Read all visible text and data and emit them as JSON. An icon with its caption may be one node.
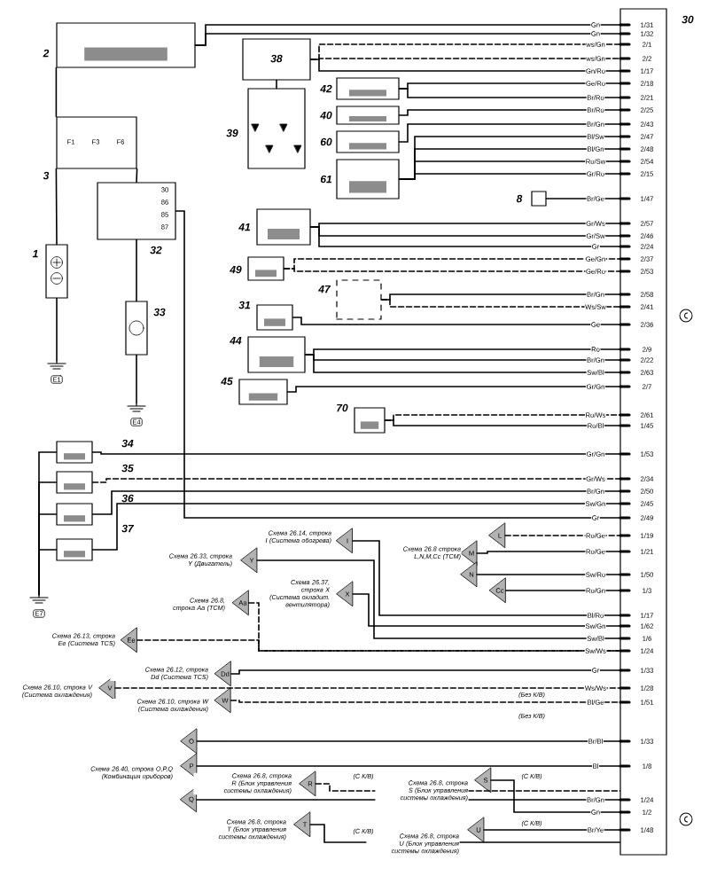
{
  "diagram": {
    "nodes": [
      {
        "text": [
          "30"
        ]
      },
      {
        "text": [
          "2"
        ]
      },
      {
        "text": [
          "3",
          "F1",
          "F3",
          "F6"
        ]
      },
      {
        "text": [
          "32",
          "30",
          "86",
          "85",
          "87"
        ]
      },
      {
        "text": [
          "1"
        ]
      },
      {
        "text": [
          "33"
        ]
      },
      {
        "text": [
          "E1"
        ]
      },
      {
        "text": [
          "E4"
        ]
      },
      {
        "text": [
          "38"
        ]
      },
      {
        "text": [
          "39"
        ]
      },
      {
        "text": [
          "42"
        ]
      },
      {
        "text": [
          "40"
        ]
      },
      {
        "text": [
          "60"
        ]
      },
      {
        "text": [
          "61"
        ]
      },
      {
        "text": [
          "8"
        ]
      },
      {
        "text": [
          "41"
        ]
      },
      {
        "text": [
          "49"
        ]
      },
      {
        "text": [
          "47"
        ]
      },
      {
        "text": [
          "31"
        ]
      },
      {
        "text": [
          "44"
        ]
      },
      {
        "text": [
          "45"
        ]
      },
      {
        "text": [
          "70"
        ]
      },
      {
        "text": [
          "34"
        ]
      },
      {
        "text": [
          "35"
        ]
      },
      {
        "text": [
          "36"
        ]
      },
      {
        "text": [
          "37"
        ]
      },
      {
        "text": [
          "E7"
        ]
      },
      {
        "text": [
          "Y"
        ],
        "beside": [
          "Схема 26.33, строка Y (Двигатель)"
        ]
      },
      {
        "text": [
          "I"
        ],
        "beside": [
          "Схема 26.14, строка I (Система обогрева)"
        ]
      },
      {
        "text": [
          "X"
        ],
        "beside": [
          "Схема 26.37, строка X (Система охладит. вентилятора)"
        ]
      },
      {
        "text": [
          "Aa"
        ],
        "beside": [
          "Схема 26.8, строка Aa (TCM)"
        ]
      },
      {
        "text": [
          "Ee"
        ],
        "beside": [
          "Схема 26.13, строка Ee (Система TCS)"
        ]
      },
      {
        "text": [
          "Dd"
        ],
        "beside": [
          "Схема 26.12, строка Dd (Система TCS)"
        ]
      },
      {
        "text": [
          "V"
        ],
        "beside": [
          "Схема 26.10, строка V (Система охлаждения)"
        ]
      },
      {
        "text": [
          "W"
        ],
        "beside": [
          "Схема 26.10, строка W (Система охлаждения)"
        ]
      },
      {
        "text": [
          "L"
        ]
      },
      {
        "text": [
          "M"
        ],
        "beside": [
          "Схема 26.8 строка L,N,M,Cc (TCM)"
        ]
      },
      {
        "text": [
          "N"
        ]
      },
      {
        "text": [
          "Cc"
        ]
      },
      {
        "text": [
          "O"
        ]
      },
      {
        "text": [
          "P"
        ],
        "beside": [
          "Схема 26.40, строка O,P,Q (Комбинация приборов)"
        ]
      },
      {
        "text": [
          "Q"
        ]
      },
      {
        "text": [
          "R"
        ],
        "beside": [
          "Схема 26.8, строка R (Блок управления системы охлаждения)"
        ]
      },
      {
        "text": [
          "S"
        ],
        "beside": [
          "Схема 26.8, строка S (Блок управления системы охлаждения)"
        ]
      },
      {
        "text": [
          "T"
        ],
        "beside": [
          "Схема 26.8, строка T (Блок управления системы охлаждения)"
        ]
      },
      {
        "text": [
          "U"
        ],
        "beside": [
          "Схема 26.8, строка U (Блок управления системы охлаждения)"
        ]
      }
    ],
    "edges": [
      {
        "from": 1,
        "to": 0,
        "arrow": "none",
        "label": "Gn"
      },
      {
        "from": 1,
        "to": 0,
        "arrow": "none",
        "label": "Gn"
      },
      {
        "from": 8,
        "to": 0,
        "arrow": "none",
        "label": "ws/Gn",
        "style": "dashed"
      },
      {
        "from": 8,
        "to": 0,
        "arrow": "none",
        "label": "ws/Gn",
        "style": "dashed"
      },
      {
        "from": 8,
        "to": 0,
        "arrow": "none",
        "label": "Gn/Ro"
      },
      {
        "from": 10,
        "to": 0,
        "arrow": "none",
        "label": "Ge/Ro"
      },
      {
        "from": 10,
        "to": 0,
        "arrow": "none",
        "label": "Br/Ro"
      },
      {
        "from": 11,
        "to": 0,
        "arrow": "none",
        "label": "Br/Ro"
      },
      {
        "from": 12,
        "to": 0,
        "arrow": "none",
        "label": "Br/Gn"
      },
      {
        "from": 13,
        "to": 0,
        "arrow": "none",
        "label": "Bl/Sw"
      },
      {
        "from": 13,
        "to": 0,
        "arrow": "none",
        "label": "Bl/Gn"
      },
      {
        "from": 13,
        "to": 0,
        "arrow": "none",
        "label": "Ro/Sw"
      },
      {
        "from": 13,
        "to": 0,
        "arrow": "none",
        "label": "Gr/Ro"
      },
      {
        "from": 14,
        "to": 0,
        "arrow": "none",
        "label": "Br/Ge"
      },
      {
        "from": 15,
        "to": 0,
        "arrow": "none",
        "label": "Gr/Ws"
      },
      {
        "from": 15,
        "to": 0,
        "arrow": "none",
        "label": "Gr/Sw"
      },
      {
        "from": 15,
        "to": 0,
        "arrow": "none",
        "label": "Gr"
      },
      {
        "from": 16,
        "to": 0,
        "arrow": "none",
        "label": "Ge/Gn",
        "style": "dashed"
      },
      {
        "from": 16,
        "to": 0,
        "arrow": "none",
        "label": "Ge/Ro",
        "style": "dashed"
      },
      {
        "from": 17,
        "to": 0,
        "arrow": "none",
        "label": "Br/Gn"
      },
      {
        "from": 17,
        "to": 0,
        "arrow": "none",
        "label": "Ws/Sw",
        "style": "dashed"
      },
      {
        "from": 18,
        "to": 0,
        "arrow": "none",
        "label": "Ge"
      },
      {
        "from": 19,
        "to": 0,
        "arrow": "none",
        "label": "Ro"
      },
      {
        "from": 19,
        "to": 0,
        "arrow": "none",
        "label": "Br/Gn"
      },
      {
        "from": 19,
        "to": 0,
        "arrow": "none",
        "label": "Sw/Bl"
      },
      {
        "from": 20,
        "to": 0,
        "arrow": "none",
        "label": "Gr/Gn"
      },
      {
        "from": 21,
        "to": 0,
        "arrow": "none",
        "label": "Ro/Ws",
        "style": "dashed"
      },
      {
        "from": 21,
        "to": 0,
        "arrow": "none",
        "label": "Ro/Bl"
      },
      {
        "from": 22,
        "to": 0,
        "arrow": "none",
        "label": "Gr/Gn"
      },
      {
        "from": 23,
        "to": 0,
        "arrow": "none",
        "label": "Gr/Ws",
        "style": "dashed"
      },
      {
        "from": 24,
        "to": 0,
        "arrow": "none",
        "label": "Br/Gn"
      },
      {
        "from": 25,
        "to": 0,
        "arrow": "none",
        "label": "Sw/Gn"
      },
      {
        "from": 3,
        "to": 0,
        "arrow": "none",
        "label": "Gr"
      },
      {
        "from": 35,
        "to": 0,
        "arrow": "none",
        "label": "Ro/Ge",
        "style": "dashed"
      },
      {
        "from": 36,
        "to": 0,
        "arrow": "none",
        "label": "Ro/Ge"
      },
      {
        "from": 37,
        "to": 0,
        "arrow": "none",
        "label": "Sw/Ro"
      },
      {
        "from": 38,
        "to": 0,
        "arrow": "none",
        "label": "Ro/Gn"
      },
      {
        "from": 28,
        "to": 0,
        "arrow": "none",
        "label": "Bl/Ro"
      },
      {
        "from": 29,
        "to": 0,
        "arrow": "none",
        "label": "Sw/Gn"
      },
      {
        "from": 27,
        "to": 0,
        "arrow": "none",
        "label": "Sw/Bl"
      },
      {
        "from": 30,
        "to": 0,
        "arrow": "none",
        "label": "Sw/Ws",
        "style": "dashed"
      },
      {
        "from": 31,
        "to": 0,
        "arrow": "none",
        "style": "dashed"
      },
      {
        "from": 32,
        "to": 0,
        "arrow": "none",
        "label": "Gr"
      },
      {
        "from": 33,
        "to": 0,
        "arrow": "none",
        "label": "Ws/Ws",
        "style": "dashed"
      },
      {
        "from": 34,
        "to": 0,
        "arrow": "none",
        "label": "Bl/Ge",
        "style": "dashed"
      },
      {
        "from": 39,
        "to": 0,
        "arrow": "none",
        "label": "Br/Bl"
      },
      {
        "from": 40,
        "to": 0,
        "arrow": "none",
        "label": "Bl"
      },
      {
        "from": 42,
        "to": 0,
        "arrow": "none",
        "style": "dashed"
      },
      {
        "from": 43,
        "to": 0,
        "arrow": "none",
        "label": "Gn"
      },
      {
        "from": 41,
        "to": 0,
        "arrow": "none",
        "label": "Br/Gn"
      },
      {
        "from": 45,
        "to": 0,
        "arrow": "none",
        "label": "Br/Ye"
      },
      {
        "from": 44,
        "to": 0,
        "arrow": "none"
      },
      {
        "from": 1,
        "to": 2,
        "arrow": "none"
      },
      {
        "from": 2,
        "to": 4,
        "arrow": "none"
      },
      {
        "from": 2,
        "to": 3,
        "arrow": "none"
      },
      {
        "from": 3,
        "to": 5,
        "arrow": "none"
      },
      {
        "from": 4,
        "to": 6,
        "arrow": "none"
      },
      {
        "from": 5,
        "to": 7,
        "arrow": "none"
      },
      {
        "from": 22,
        "to": 26,
        "arrow": "none"
      },
      {
        "from": 23,
        "to": 26,
        "arrow": "none"
      },
      {
        "from": 24,
        "to": 26,
        "arrow": "none"
      },
      {
        "from": 25,
        "to": 26,
        "arrow": "none"
      },
      {
        "from": 8,
        "to": 9,
        "arrow": "none"
      }
    ],
    "labels": [
      "1/31",
      "1/32",
      "2/1",
      "2/2",
      "1/17",
      "2/18",
      "2/21",
      "2/25",
      "2/43",
      "2/47",
      "2/48",
      "2/54",
      "2/15",
      "1/47",
      "2/57",
      "2/46",
      "2/24",
      "2/37",
      "2/53",
      "2/58",
      "2/41",
      "2/36",
      "2/9",
      "2/22",
      "2/63",
      "2/7",
      "2/61",
      "1/45",
      "1/53",
      "2/34",
      "2/50",
      "2/45",
      "2/49",
      "1/19",
      "1/21",
      "1/50",
      "1/3",
      "1/17",
      "1/62",
      "1/6",
      "1/24",
      "1/33",
      "1/28",
      "1/51",
      "1/33",
      "1/8",
      "1/2",
      "1/24",
      "1/48",
      "(Без К/В)",
      "(Без К/В)",
      "(С К/В)",
      "(С К/В)",
      "(С К/В)",
      "(С К/В)"
    ]
  }
}
